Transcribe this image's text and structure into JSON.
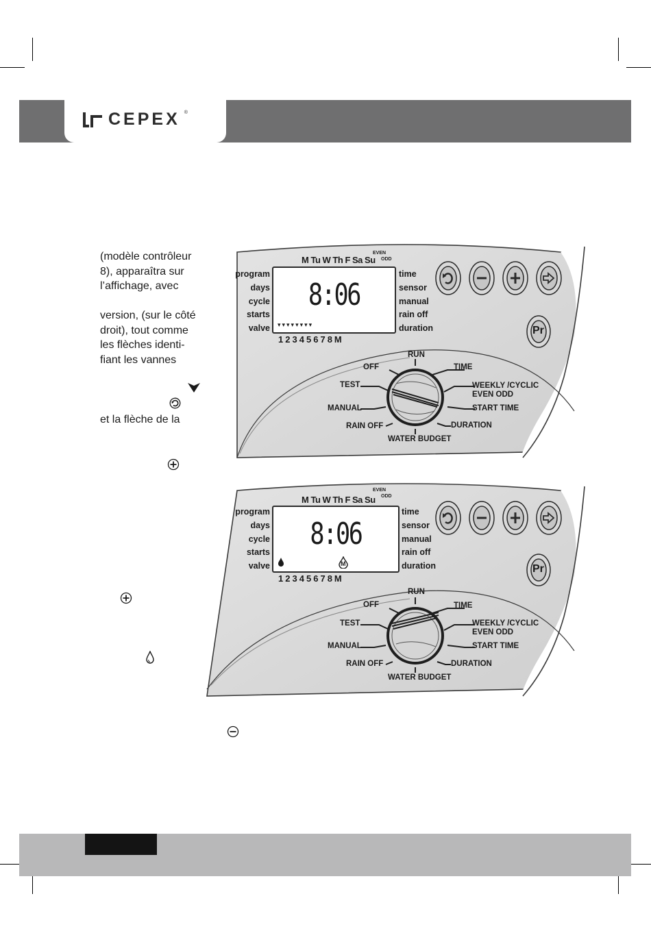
{
  "brand": {
    "name": "CEPEX",
    "registered": "®"
  },
  "body_text": {
    "line1": "(modèle contrôleur",
    "line2": "8), apparaîtra sur",
    "line3": "l’affichage, avec",
    "line4": "version, (sur le côté",
    "line5": "droit), tout comme",
    "line6": "les flèches identi-",
    "line7": "fiant les vannes",
    "line8": "et la flèche de la"
  },
  "panel": {
    "days": [
      "M",
      "Tu",
      "W",
      "Th",
      "F",
      "Sa",
      "Su"
    ],
    "even_label": "EVEN",
    "odd_label": "ODD",
    "left_labels": [
      "program",
      "days",
      "cycle",
      "starts",
      "valve"
    ],
    "right_labels": [
      "time",
      "sensor",
      "manual",
      "rain off",
      "duration"
    ],
    "valves": "1 2 3 4 5 6 7 8 M",
    "dial_labels": {
      "run": "RUN",
      "time": "TIME",
      "weekly": "WEEKLY /CYCLIC",
      "even_odd": "EVEN ODD",
      "start_time": "START TIME",
      "duration": "DURATION",
      "water_budget": "WATER BUDGET",
      "rain_off": "RAIN OFF",
      "manual": "MANUAL",
      "test": "TEST",
      "off": "OFF"
    },
    "pr_label": "Pr"
  },
  "display1": {
    "time": "8:06",
    "valve_markers": "▾▾▾▾▾▾▾▾"
  },
  "display2": {
    "time": "8:06",
    "valve_markers": "",
    "manual_marker": "M"
  },
  "icons": [
    "wait-arrow-icon",
    "clock-cycle-icon",
    "plus-icon",
    "minus-icon",
    "arrow-right-icon",
    "drop-icon"
  ]
}
